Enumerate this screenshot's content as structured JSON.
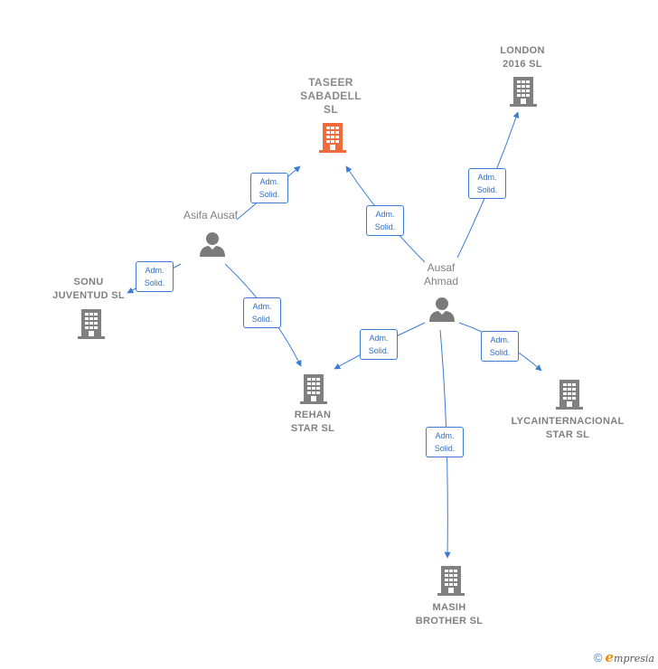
{
  "companies": {
    "taseer": {
      "label_lines": [
        "TASEER",
        "SABADELL",
        "SL"
      ],
      "color": "#f06a3c"
    },
    "london": {
      "label_lines": [
        "LONDON",
        "2016  SL"
      ],
      "color": "#808080"
    },
    "sonu": {
      "label_lines": [
        "SONU",
        "JUVENTUD  SL"
      ],
      "color": "#808080"
    },
    "rehan": {
      "label_lines": [
        "REHAN",
        "STAR  SL"
      ],
      "color": "#808080"
    },
    "lyca": {
      "label_lines": [
        "LYCAINTERNACIONAL",
        "STAR SL"
      ],
      "color": "#808080"
    },
    "masih": {
      "label_lines": [
        "MASIH",
        "BROTHER SL"
      ],
      "color": "#808080"
    }
  },
  "people": {
    "asifa": {
      "label_lines": [
        "Asifa Ausaf"
      ]
    },
    "ausaf": {
      "label_lines": [
        "Ausaf",
        "Ahmad"
      ]
    }
  },
  "relations": [
    {
      "id": "asifa-taseer",
      "line1": "Adm.",
      "line2": "Solid."
    },
    {
      "id": "asifa-sonu",
      "line1": "Adm.",
      "line2": "Solid."
    },
    {
      "id": "asifa-rehan",
      "line1": "Adm.",
      "line2": "Solid."
    },
    {
      "id": "ausaf-taseer",
      "line1": "Adm.",
      "line2": "Solid."
    },
    {
      "id": "ausaf-london",
      "line1": "Adm.",
      "line2": "Solid."
    },
    {
      "id": "ausaf-rehan",
      "line1": "Adm.",
      "line2": "Solid."
    },
    {
      "id": "ausaf-lyca",
      "line1": "Adm.",
      "line2": "Solid."
    },
    {
      "id": "ausaf-masih",
      "line1": "Adm.",
      "line2": "Solid."
    }
  ],
  "colors": {
    "edge": "#3a7bd5",
    "person": "#7a7a7a",
    "building": "#808080",
    "highlight": "#f06a3c"
  },
  "footer": {
    "copyright": "©",
    "brand_initial": "e",
    "brand_rest": "mpresia"
  }
}
